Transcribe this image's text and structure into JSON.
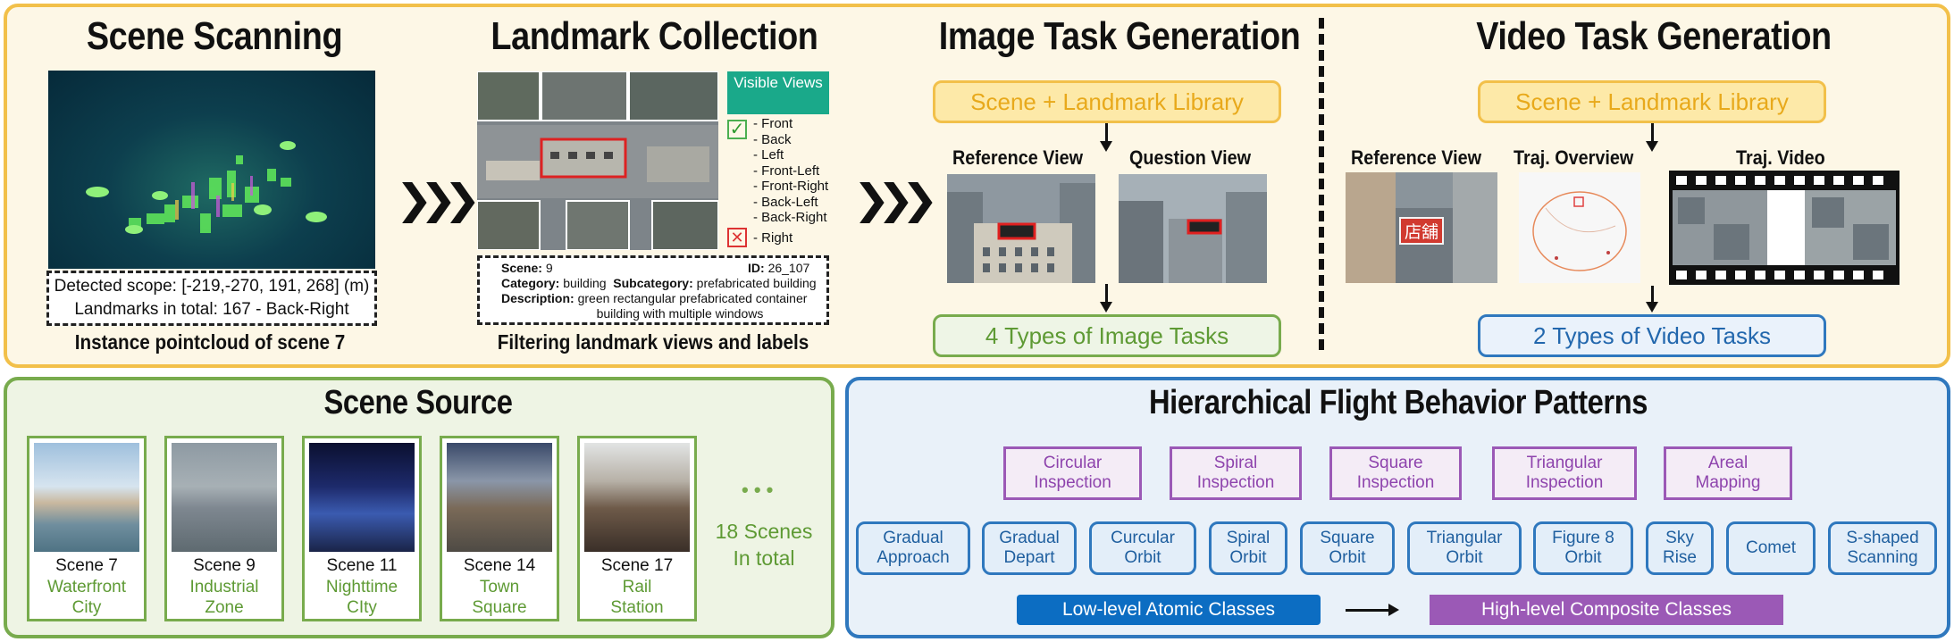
{
  "scanning": {
    "title": "Scene Scanning",
    "scope_label": "Detected scope:",
    "scope_value": "[-219,-270, 191, 268] (m)",
    "landmarks_label": "Landmarks in total:",
    "landmarks_value": "167 - Back-Right",
    "caption": "Instance pointcloud of scene 7"
  },
  "collection": {
    "title": "Landmark Collection",
    "visible_header": "Visible Views",
    "views": [
      "- Front",
      "- Back",
      "- Left",
      "- Front-Left",
      "- Front-Right",
      "- Back-Left",
      "- Back-Right"
    ],
    "excluded_view": "- Right",
    "scene_label": "Scene:",
    "scene_value": "9",
    "id_label": "ID:",
    "id_value": "26_107",
    "category_label": "Category:",
    "category_value": "building",
    "subcategory_label": "Subcategory:",
    "subcategory_value": "prefabricated building",
    "description_label": "Description:",
    "description_line1": "green rectangular prefabricated container",
    "description_line2": "building with multiple windows",
    "caption": "Filtering landmark views and labels"
  },
  "image_tasks": {
    "title": "Image Task Generation",
    "library": "Scene + Landmark Library",
    "reference_view": "Reference View",
    "question_view": "Question View",
    "result": "4 Types of Image Tasks"
  },
  "video_tasks": {
    "title": "Video Task Generation",
    "library": "Scene + Landmark Library",
    "reference_view": "Reference View",
    "traj_overview": "Traj. Overview",
    "traj_video": "Traj. Video",
    "sign_text": "店舖",
    "result": "2 Types of Video Tasks"
  },
  "scene_source": {
    "title": "Scene Source",
    "scenes": [
      {
        "num": "Scene 7",
        "line1": "Waterfront",
        "line2": "City"
      },
      {
        "num": "Scene 9",
        "line1": "Industrial",
        "line2": "Zone"
      },
      {
        "num": "Scene 11",
        "line1": "Nighttime",
        "line2": "CIty"
      },
      {
        "num": "Scene 14",
        "line1": "Town",
        "line2": "Square"
      },
      {
        "num": "Scene 17",
        "line1": "Rail",
        "line2": "Station"
      }
    ],
    "ellipsis": "• • •",
    "total_line1": "18 Scenes",
    "total_line2": "In total"
  },
  "flight": {
    "title": "Hierarchical Flight Behavior Patterns",
    "composite": [
      {
        "l1": "Circular",
        "l2": "Inspection"
      },
      {
        "l1": "Spiral",
        "l2": "Inspection"
      },
      {
        "l1": "Square",
        "l2": "Inspection"
      },
      {
        "l1": "Triangular",
        "l2": "Inspection"
      },
      {
        "l1": "Areal",
        "l2": "Mapping"
      }
    ],
    "atomic": [
      {
        "l1": "Gradual",
        "l2": "Approach"
      },
      {
        "l1": "Gradual",
        "l2": "Depart"
      },
      {
        "l1": "Curcular",
        "l2": "Orbit"
      },
      {
        "l1": "Spiral",
        "l2": "Orbit"
      },
      {
        "l1": "Square",
        "l2": "Orbit"
      },
      {
        "l1": "Triangular",
        "l2": "Orbit"
      },
      {
        "l1": "Figure 8",
        "l2": "Orbit"
      },
      {
        "l1": "Sky",
        "l2": "Rise"
      },
      {
        "l1": "Comet",
        "l2": ""
      },
      {
        "l1": "S-shaped",
        "l2": "Scanning"
      }
    ],
    "low_level": "Low-level Atomic Classes",
    "high_level": "High-level Composite Classes"
  },
  "colors": {
    "top_border": "#f2c04a",
    "green": "#78ab4d",
    "blue": "#2f78be",
    "purple": "#9b59b6",
    "teal": "#1aa98a"
  }
}
